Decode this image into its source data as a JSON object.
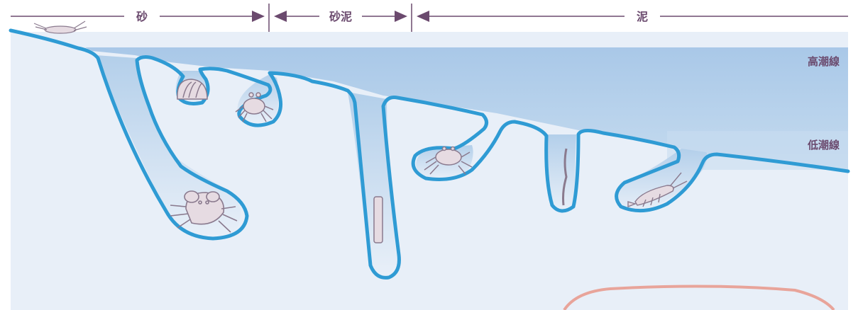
{
  "zones": {
    "sand": "砂",
    "sandy_mud": "砂泥",
    "mud": "泥"
  },
  "tide_lines": {
    "high": "高潮線",
    "low": "低潮線"
  },
  "colors": {
    "ground": "#e8eff8",
    "water_high": "#a9c8e8",
    "water_low": "#c8dcf0",
    "burrow_outline": "#2f9bd4",
    "text_accent": "#6b4a6e",
    "organism": "#8a7a8e",
    "organism_fill": "#e6dbe2",
    "highlight_outline": "#e8a49a"
  },
  "organisms": [
    "isopod-icon",
    "clam-icon",
    "small-crab-icon",
    "large-crab-icon",
    "tube-worm-icon",
    "crab-icon",
    "polychaete-worm-icon",
    "shrimp-icon"
  ]
}
